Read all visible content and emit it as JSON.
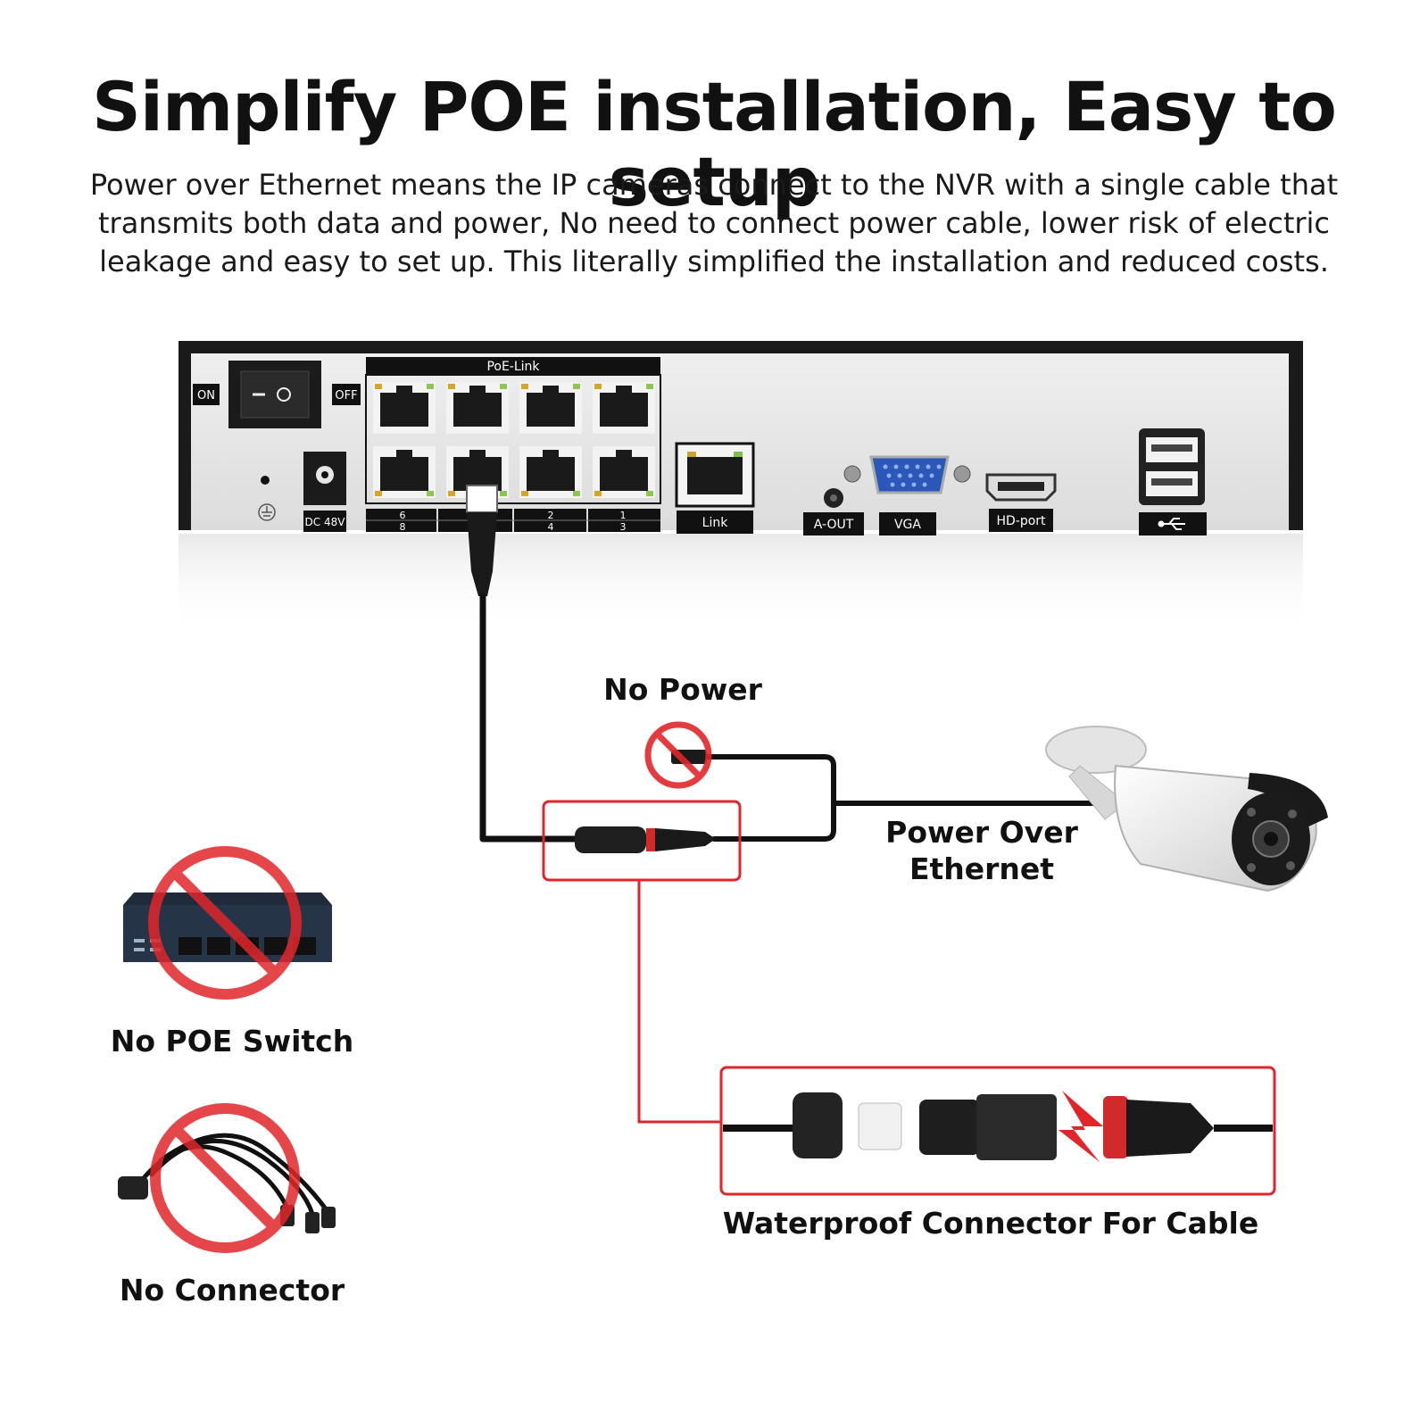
{
  "headline": "Simplify POE installation, Easy to setup",
  "description": "Power over Ethernet means the IP cameras connect to the NVR with a single cable that transmits both data and power, No need to connect power cable, lower risk of electric leakage and easy to set up. This literally simplified the installation and reduced costs.",
  "nvr": {
    "on_label": "ON",
    "off_label": "OFF",
    "dc_label": "DC 48V",
    "poe_link_label": "PoE-Link",
    "port_numbers_top": [
      "6",
      "",
      "2",
      "1"
    ],
    "port_numbers_bottom": [
      "8",
      "",
      "4",
      "3"
    ],
    "link_label": "Link",
    "aout_label": "A-OUT",
    "vga_label": "VGA",
    "hdport_label": "HD-port",
    "usb_icon": "usb-icon",
    "ground_icon": "ground-icon"
  },
  "labels": {
    "no_power": "No Power",
    "poe": "Power Over Ethernet",
    "no_switch": "No POE Switch",
    "no_connector": "No Connector",
    "waterproof": "Waterproof Connector For Cable"
  },
  "colors": {
    "highlight_red": "#e0262a",
    "cable_black": "#111111",
    "vga_blue": "#2b58b8"
  }
}
